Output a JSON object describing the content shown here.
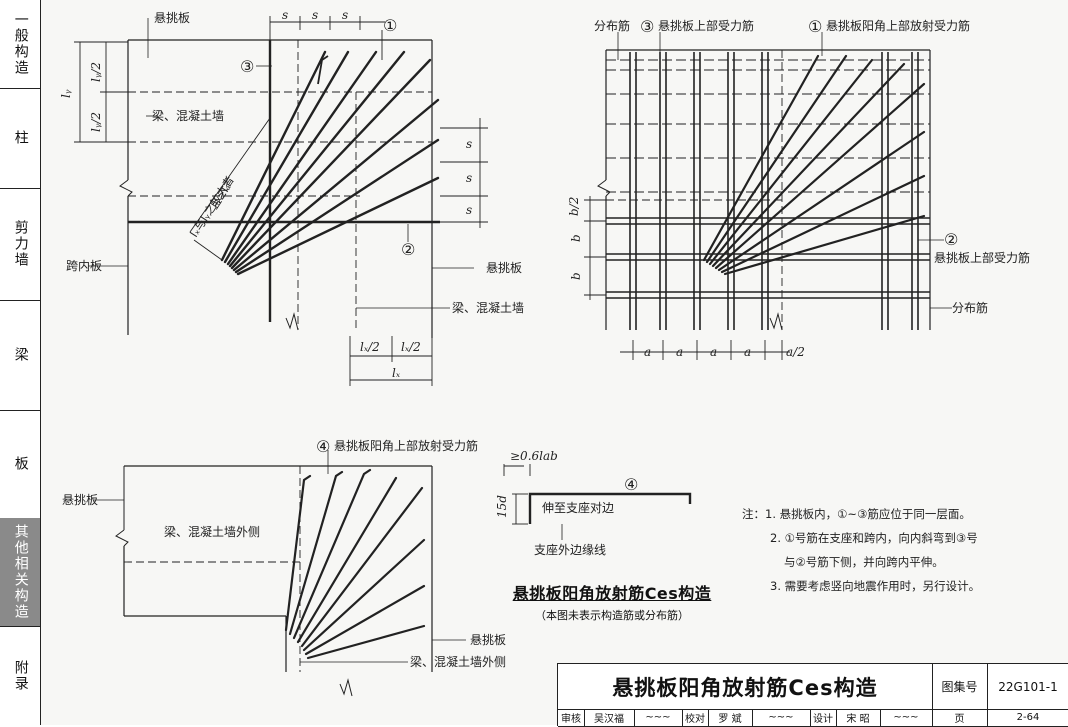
{
  "sidebar": {
    "sections": [
      {
        "label": "一般构造"
      },
      {
        "label": "柱"
      },
      {
        "label": "剪力墙"
      },
      {
        "label": "梁"
      },
      {
        "label": "板"
      },
      {
        "label": "其他相关构造"
      },
      {
        "label": "附录"
      }
    ]
  },
  "fig1": {
    "label_cantilever_top": "悬挑板",
    "label_s1": "s",
    "label_s2": "s",
    "label_s3": "s",
    "marker_1": "①",
    "marker_3": "③",
    "dim_lx": "lᵧ",
    "dim_ly_half_1": "lᵧ/2",
    "dim_ly_half_2": "lᵧ/2",
    "label_beam_wall": "梁、混凝土墙",
    "diag_note_1": "lₓ与lᵧ之较大者",
    "diag_note_2": "且≥lₐ",
    "dim_s_a": "s",
    "dim_s_b": "s",
    "dim_s_c": "s",
    "marker_2": "②",
    "label_span_slab": "跨内板",
    "label_cantilever_right": "悬挑板",
    "label_beam_wall_2": "梁、混凝土墙",
    "dim_lx_half_1": "lₓ/2",
    "dim_lx_half_2": "lₓ/2",
    "dim_lx_total": "lₓ"
  },
  "fig2": {
    "label_dist_top": "分布筋",
    "label_3_text": "悬挑板上部受力筋",
    "marker_3": "③",
    "marker_1": "①",
    "label_1_text": "悬挑板阳角上部放射受力筋",
    "dim_b_half": "b/2",
    "dim_b1": "b",
    "dim_b2": "b",
    "marker_2": "②",
    "label_2_text": "悬挑板上部受力筋",
    "label_dist_right": "分布筋",
    "dim_a1": "a",
    "dim_a2": "a",
    "dim_a3": "a",
    "dim_a4": "a",
    "dim_a_half": "a/2"
  },
  "fig3": {
    "marker_4": "④",
    "label_4_text": "悬挑板阳角上部放射受力筋",
    "label_cantilever": "悬挑板",
    "label_wall_outer": "梁、混凝土墙外侧",
    "label_cantilever_bottom": "悬挑板",
    "label_wall_outer_bottom": "梁、混凝土墙外侧"
  },
  "detail4": {
    "dim_anchor": "≥0.6lab",
    "marker_4": "④",
    "dim_15d": "15d",
    "label_extend": "伸至支座对边",
    "label_edge": "支座外边缘线"
  },
  "caption": {
    "title": "悬挑板阳角放射筋Ces构造",
    "subtitle": "（本图未表示构造筋或分布筋）"
  },
  "notes": {
    "prefix": "注：",
    "items": [
      "1. 悬挑板内，①~③筋应位于同一层面。",
      "2. ①号筋在支座和跨内，向内斜弯到③号",
      "与②号筋下侧，并向跨内平伸。",
      "3. 需要考虑竖向地震作用时，另行设计。"
    ]
  },
  "title_block": {
    "title": "悬挑板阳角放射筋Ces构造",
    "atlas_label": "图集号",
    "atlas_no": "22G101-1",
    "review_label": "审核",
    "review_name": "吴汉福",
    "check_label": "校对",
    "check_name": "罗 斌",
    "design_label": "设计",
    "design_name": "宋 昭",
    "page_label": "页",
    "page_no": "2-64"
  }
}
